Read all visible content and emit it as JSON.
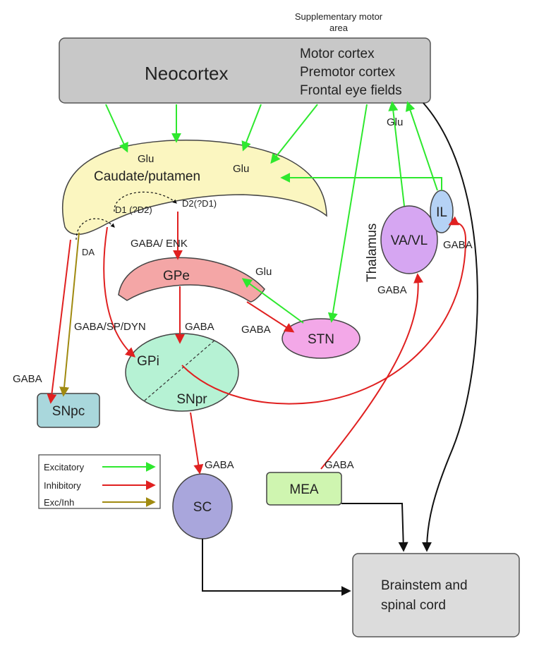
{
  "header": {
    "sma_line1": "Supplementary motor",
    "sma_line2": "area"
  },
  "cortex": {
    "title": "Neocortex",
    "areas": [
      "Motor cortex",
      "Premotor cortex",
      "Frontal eye fields"
    ]
  },
  "striatum": {
    "title": "Caudate/putamen",
    "glu_left": "Glu",
    "glu_right": "Glu",
    "d1": "D1 (?D2)",
    "d2": "D2(?D1)"
  },
  "labels": {
    "glu_top": "Glu",
    "da": "DA",
    "gaba_enk": "GABA/ ENK",
    "glu_stn": "Glu",
    "gaba_sp_dyn": "GABA/SP/DYN",
    "gaba_mid": "GABA",
    "gaba_stn": "GABA",
    "gaba_snpc": "GABA",
    "gaba_il": "GABA",
    "gaba_vavl": "GABA",
    "gaba_sc": "GABA",
    "gaba_mea": "GABA"
  },
  "nodes": {
    "gpe": "GPe",
    "gpi": "GPi",
    "snpr": "SNpr",
    "stn": "STN",
    "snpc": "SNpc",
    "sc": "SC",
    "mea": "MEA",
    "vavl": "VA/VL",
    "il": "IL",
    "thalamus": "Thalamus",
    "brainstem_line1": "Brainstem and",
    "brainstem_line2": "spinal cord"
  },
  "legend": {
    "excitatory": "Excitatory",
    "inhibitory": "Inhibitory",
    "exc_inh": "Exc/Inh"
  },
  "colors": {
    "excitatory": "#2ee82e",
    "inhibitory": "#e02020",
    "neutral": "#111111",
    "cortex_fill": "#c8c8c8",
    "striatum_fill": "#fbf6c0",
    "gpe_fill": "#f4a6a6",
    "gpi_fill": "#b6f2d4",
    "stn_fill": "#f3a8e8",
    "snpc_fill": "#a9d7dc",
    "sc_fill": "#a9a6dc",
    "mea_fill": "#cff5b0",
    "vavl_fill": "#d6a6f2",
    "il_fill": "#b5d2f5",
    "brainstem_fill": "#dcdcdc"
  }
}
